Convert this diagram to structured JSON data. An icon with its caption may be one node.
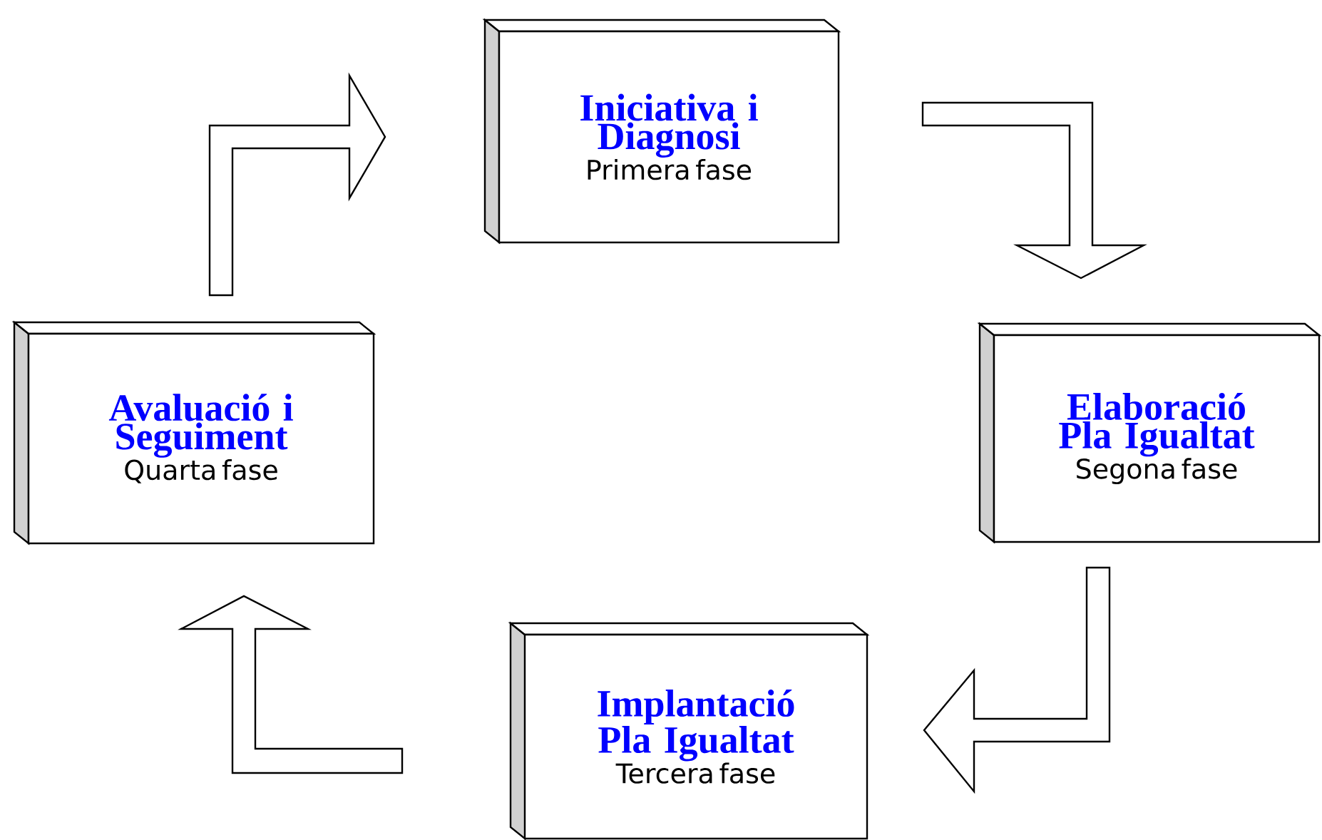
{
  "diagram": {
    "nodes": [
      {
        "text": [
          "Iniciativa i Diagnosi",
          "Primera fase"
        ]
      },
      {
        "text": [
          "Elaboració Pla Igualtat",
          "Segona fase"
        ]
      },
      {
        "text": [
          "Implantació Pla Igualtat",
          "Tercera fase"
        ]
      },
      {
        "text": [
          "Avaluació i Seguiment",
          "Quarta fase"
        ]
      }
    ],
    "edges": [
      {
        "from": 0,
        "to": 1,
        "arrow": "to"
      },
      {
        "from": 1,
        "to": 2,
        "arrow": "to"
      },
      {
        "from": 2,
        "to": 3,
        "arrow": "to"
      },
      {
        "from": 3,
        "to": 0,
        "arrow": "to"
      }
    ]
  }
}
